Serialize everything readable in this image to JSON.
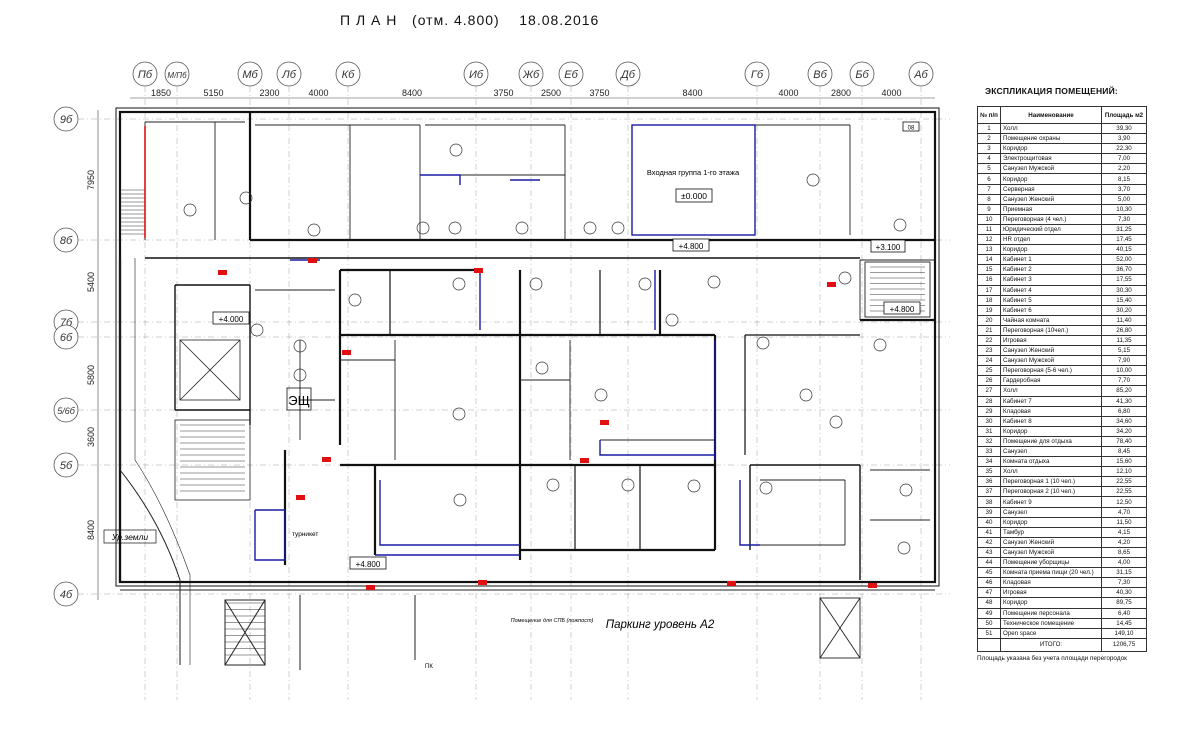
{
  "title": "П Л А Н   (отм. 4.800)    18.08.2016",
  "axes_top": [
    "Пб",
    "М/Пб",
    "Мб",
    "Лб",
    "Кб",
    "Иб",
    "Жб",
    "Еб",
    "Дб",
    "Гб",
    "Вб",
    "Бб",
    "Аб"
  ],
  "dims_top": [
    "1850",
    "5150",
    "2300",
    "4000",
    "8400",
    "3750",
    "2500",
    "3750",
    "8400",
    "4000",
    "2800",
    "4000"
  ],
  "axes_left": [
    "9б",
    "8б",
    "7б",
    "6б",
    "5/6б",
    "5б",
    "4б"
  ],
  "dims_left": [
    "7950",
    "5400",
    "5800",
    "3600",
    "8400"
  ],
  "labels": {
    "entrance_group": "Входная группа  1-го этажа",
    "elev_0": "±0.000",
    "elev_4800_a": "+4.800",
    "elev_4800_b": "+4.800",
    "elev_4800_c": "+4.800",
    "elev_3100": "+3.100",
    "elev_4000": "+4.000",
    "esch": "ЭЩ",
    "ground": "Ур.земли",
    "turnstile": "турникет",
    "parking": "Паркинг  уровень  А2",
    "parking_note": "Помещение для СПБ (пожпост)",
    "pk": "ПК",
    "room_08": "08"
  },
  "explication": {
    "title": "ЭКСПЛИКАЦИЯ ПОМЕЩЕНИЙ:",
    "headers": {
      "num": "№ п/п",
      "name": "Наименование",
      "area": "Площадь м2"
    },
    "rows": [
      [
        "1",
        "Холл",
        "39,30"
      ],
      [
        "2",
        "Помещение охраны",
        "3,90"
      ],
      [
        "3",
        "Коридор",
        "22,30"
      ],
      [
        "4",
        "Электрощитовая",
        "7,00"
      ],
      [
        "5",
        "Санузел Мужской",
        "2,20"
      ],
      [
        "6",
        "Коридор",
        "8,15"
      ],
      [
        "7",
        "Серверная",
        "3,70"
      ],
      [
        "8",
        "Санузел Женский",
        "5,00"
      ],
      [
        "9",
        "Приемная",
        "10,30"
      ],
      [
        "10",
        "Переговорная  (4 чел.)",
        "7,30"
      ],
      [
        "11",
        "Юридический отдел",
        "31,25"
      ],
      [
        "12",
        "HR отдел",
        "17,45"
      ],
      [
        "13",
        "Коридор",
        "40,15"
      ],
      [
        "14",
        "Кабинет 1",
        "52,00"
      ],
      [
        "15",
        "Кабинет 2",
        "36,70"
      ],
      [
        "16",
        "Кабинет 3",
        "17,55"
      ],
      [
        "17",
        "Кабинет 4",
        "30,30"
      ],
      [
        "18",
        "Кабинет 5",
        "15,40"
      ],
      [
        "19",
        "Кабинет 6",
        "30,20"
      ],
      [
        "20",
        "Чайная комната",
        "11,40"
      ],
      [
        "21",
        "Переговорная (10чел.)",
        "26,80"
      ],
      [
        "22",
        "Игровая",
        "11,35"
      ],
      [
        "23",
        "Санузел Женский",
        "5,15"
      ],
      [
        "24",
        "Санузел Мужской",
        "7,90"
      ],
      [
        "25",
        "Переговорная (5-6 чел.)",
        "10,00"
      ],
      [
        "26",
        "Гардеробная",
        "7,70"
      ],
      [
        "27",
        "Холл",
        "85,20"
      ],
      [
        "28",
        "Кабинет 7",
        "41,30"
      ],
      [
        "29",
        "Кладовая",
        "6,80"
      ],
      [
        "30",
        "Кабинет 8",
        "34,60"
      ],
      [
        "31",
        "Коридор",
        "34,20"
      ],
      [
        "32",
        "Помещение для отдыха",
        "78,40"
      ],
      [
        "33",
        "Санузел",
        "8,45"
      ],
      [
        "34",
        "Комната отдыха",
        "15,60"
      ],
      [
        "35",
        "Холл",
        "12,10"
      ],
      [
        "36",
        "Переговорная 1 (10 чел.)",
        "22,55"
      ],
      [
        "37",
        "Переговорная 2 (10 чел.)",
        "22,55"
      ],
      [
        "38",
        "Кабинет 9",
        "12,50"
      ],
      [
        "39",
        "Санузел",
        "4,70"
      ],
      [
        "40",
        "Коридор",
        "11,50"
      ],
      [
        "41",
        "Тамбур",
        "4,15"
      ],
      [
        "42",
        "Санузел Женский",
        "4,20"
      ],
      [
        "43",
        "Санузел Мужской",
        "8,65"
      ],
      [
        "44",
        "Помещение уборщицы",
        "4,00"
      ],
      [
        "45",
        "Комната приема пищи (20 чел.)",
        "31,15"
      ],
      [
        "46",
        "Кладовая",
        "7,30"
      ],
      [
        "47",
        "Игровая",
        "40,30"
      ],
      [
        "48",
        "Коридор",
        "89,75"
      ],
      [
        "49",
        "Помещение персонала",
        "6,40"
      ],
      [
        "50",
        "Техническое помещение",
        "14,45"
      ],
      [
        "51",
        "Open space",
        "149,10"
      ]
    ],
    "total_label": "ИТОГО:",
    "total_value": "1206,75"
  },
  "footnote": "Площадь указана без учета площади перегородок",
  "colors": {
    "wall": "#111111",
    "partition": "#1a1aa6",
    "accent_red": "#e01010",
    "axis": "#555555"
  }
}
